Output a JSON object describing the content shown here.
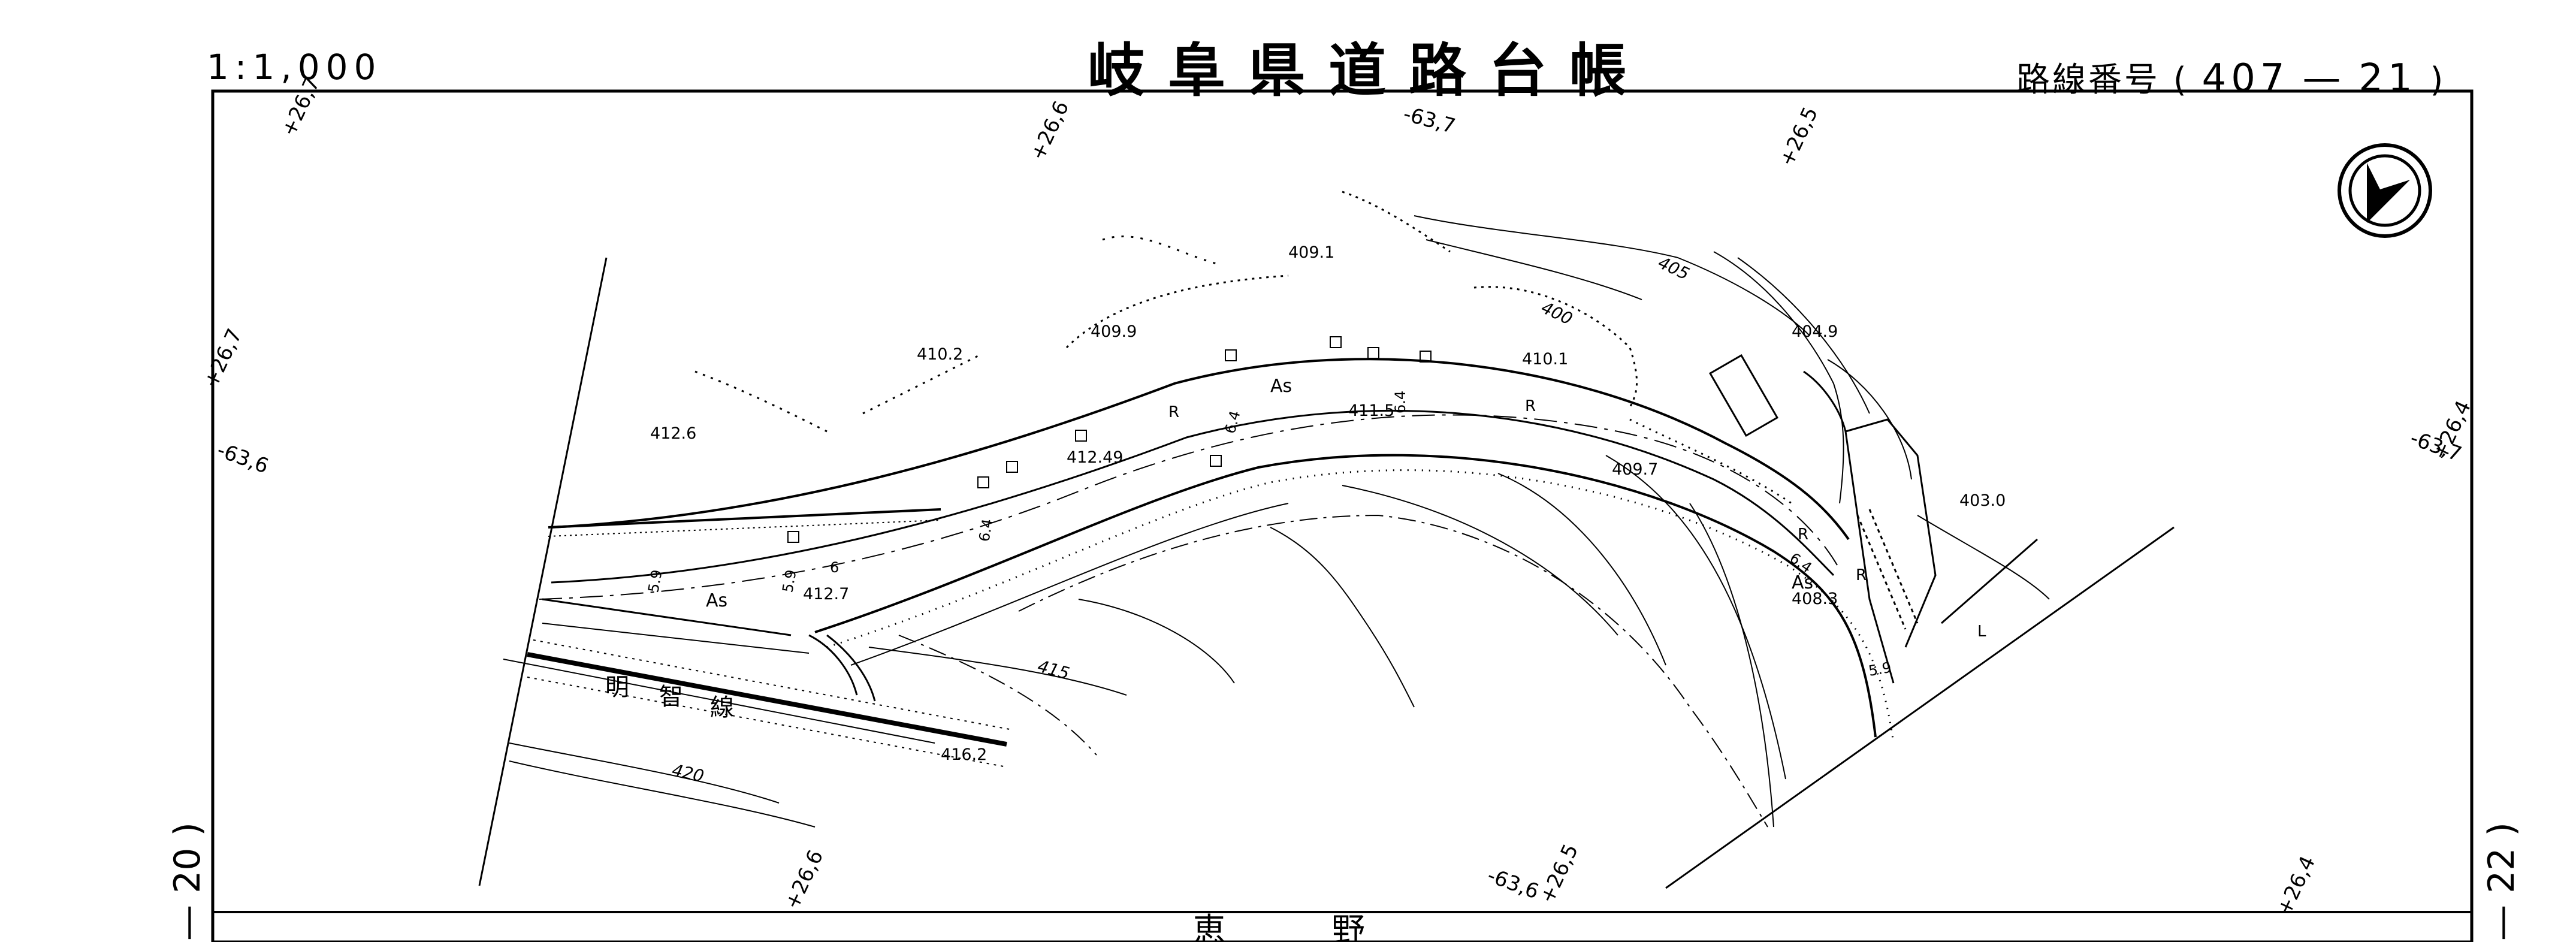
{
  "header": {
    "scale": "1:1,000",
    "title": "岐阜県道路台帳",
    "route_prefix": "路線番号",
    "route_open": "(",
    "route_main": "407",
    "route_dash": "—",
    "route_sub": "21",
    "route_close": ")"
  },
  "sheet_refs": {
    "left": "— 20 )",
    "right": "— 22 )",
    "bottom_text": "恵　野"
  },
  "map": {
    "rail_name_chars": [
      "明",
      "智",
      "線"
    ],
    "north_arrow": "north-arrow-icon",
    "grid_labels": [
      "+26,7",
      "+26,6",
      "+26,5",
      "+26,7",
      "+26,4",
      "+26,6",
      "+26,5",
      "+26,4",
      "-63,7",
      "-63,6",
      "-63,7",
      "-63,6"
    ],
    "elevations": [
      "409.1",
      "409.9",
      "410.2",
      "410.1",
      "412.6",
      "412.49",
      "411.5",
      "409.7",
      "404.9",
      "403.0",
      "408.3",
      "412.7",
      "416.2"
    ],
    "contours": [
      "405",
      "400",
      "415",
      "420"
    ],
    "surface_labels": [
      "As",
      "As",
      "As"
    ],
    "widths": [
      "6.4",
      "6.4",
      "6.4",
      "5.9",
      "5.9",
      "6",
      "6.4",
      "5.9"
    ],
    "marks": [
      "R",
      "R",
      "R",
      "R",
      "L"
    ]
  },
  "colors": {
    "ink": "#000000",
    "paper": "#ffffff"
  }
}
